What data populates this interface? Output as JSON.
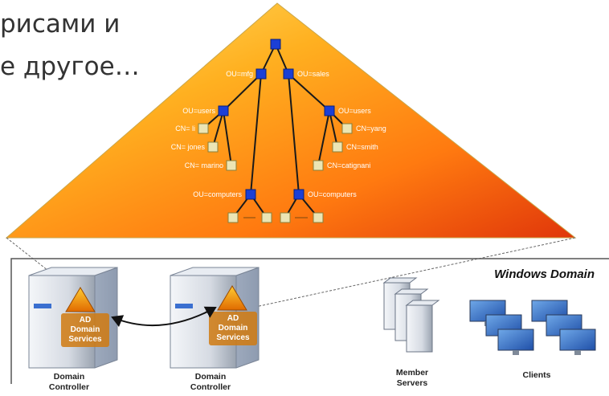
{
  "background_text": {
    "line1": "рисами и",
    "line2": "е другое…"
  },
  "tree": {
    "ou_mfg": "OU=mfg",
    "ou_sales": "OU=sales",
    "left_users": "OU=users",
    "right_users": "OU=users",
    "cn_li": "CN= li",
    "cn_jones": "CN= jones",
    "cn_marino": "CN= marino",
    "cn_yang": "CN=yang",
    "cn_smith": "CN=smith",
    "cn_catignani": "CN=catignani",
    "left_computers": "OU=computers",
    "right_computers": "OU=computers"
  },
  "domain": {
    "title": "Windows Domain",
    "dc1": {
      "ad_line1": "AD",
      "ad_line2": "Domain",
      "ad_line3": "Services",
      "caption1": "Domain",
      "caption2": "Controller"
    },
    "dc2": {
      "ad_line1": "AD",
      "ad_line2": "Domain",
      "ad_line3": "Services",
      "caption1": "Domain",
      "caption2": "Controller"
    },
    "member": {
      "caption1": "Member",
      "caption2": "Servers"
    },
    "clients": {
      "caption1": "Clients"
    }
  },
  "colors": {
    "triangle_top": "#ffd24a",
    "triangle_mid": "#ff9a1a",
    "triangle_bottom": "#e8410a",
    "ou_node": "#1b3fd6",
    "cn_node": "#e8e2b0"
  }
}
